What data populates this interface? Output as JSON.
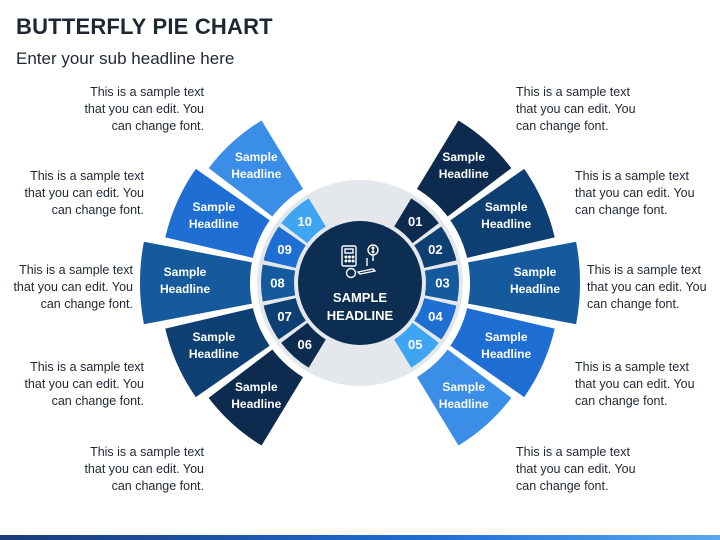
{
  "header": {
    "title": "BUTTERFLY PIE CHART",
    "subtitle": "Enter your sub headline here"
  },
  "center": {
    "line1": "SAMPLE",
    "line2": "HEADLINE",
    "icon": "calculator-coin-pen-icon"
  },
  "segment_headline": {
    "line1": "Sample",
    "line2": "Headline"
  },
  "sample_text": {
    "line1": "This is a sample text",
    "line2": "that you can edit. You",
    "line3": "can change font."
  },
  "numbers": [
    "01",
    "02",
    "03",
    "04",
    "05",
    "06",
    "07",
    "08",
    "09",
    "10"
  ],
  "colors": {
    "navy": "#0d2a4f",
    "dark_blue": "#0e3f73",
    "blue": "#155a9c",
    "mid_blue": "#1f6ed4",
    "light_blue": "#3a8ee8",
    "sky_blue": "#3fa4f2",
    "center": "#0b2e52",
    "ring": "#e4e7ec"
  }
}
